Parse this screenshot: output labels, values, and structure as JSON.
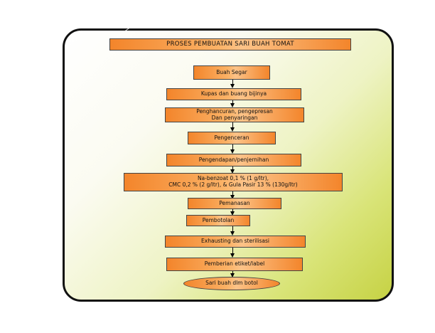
{
  "title": "PROSES PEMBUATAN SARI BUAH TOMAT",
  "steps": [
    "Buah Segar",
    "Kupas dan buang bijinya",
    "Penghancuran, pengepresan\nDan penyaringan",
    "Pengenceran",
    "Pengendapan/penjernihan",
    "Na-benzoat 0,1 % (1 g/ltr),\nCMC 0,2 % (2 g/ltr), & Gula Pasir 13 % (130g/ltr)",
    "Pemanasan",
    "Pembotolan",
    "Exhausting dan sterilisasi",
    "Pemberian etiket/label",
    "Sari buah dlm botol"
  ],
  "colors": {
    "box_fill": "#f3852b",
    "box_highlight": "#fcc388",
    "background_accent": "#c6d244",
    "frame_border": "#111111"
  }
}
